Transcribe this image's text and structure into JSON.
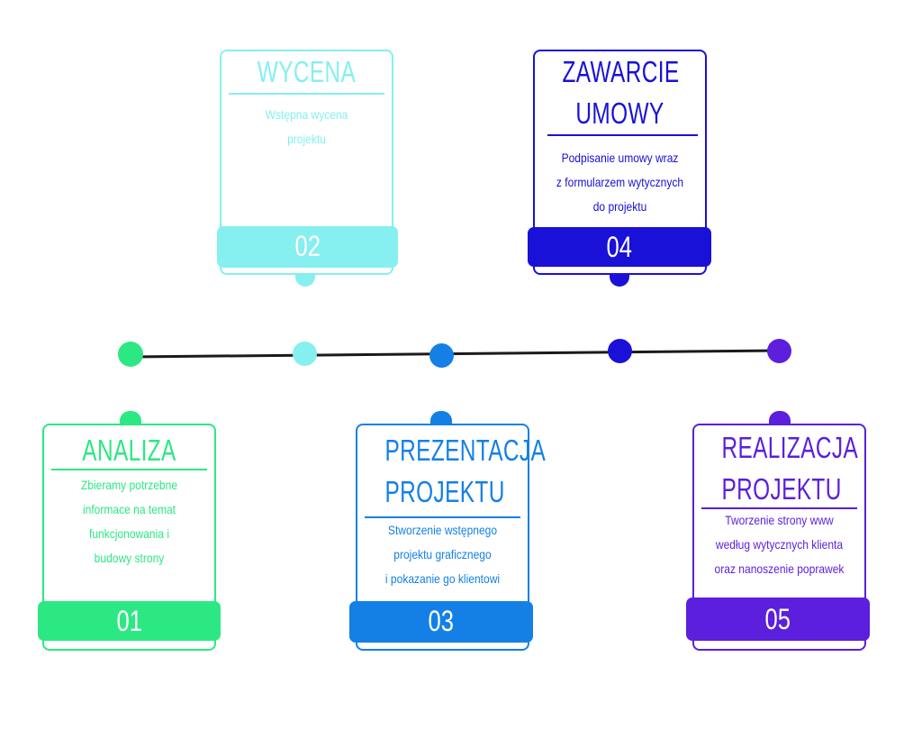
{
  "colors": {
    "step1": "#2ce883",
    "step2": "#86eff0",
    "step3": "#1480e6",
    "step4": "#1911d8",
    "step5": "#5b1fdd",
    "line": "#1a1a1a"
  },
  "steps": [
    {
      "number": "01",
      "title": [
        "ANALIZA"
      ],
      "description": [
        "Zbieramy potrzebne",
        "informace na temat",
        "funkcjonowania i",
        "budowy strony"
      ]
    },
    {
      "number": "02",
      "title": [
        "WYCENA"
      ],
      "description": [
        "Wstępna wycena",
        "projektu"
      ]
    },
    {
      "number": "03",
      "title": [
        "PREZENTACJA",
        "PROJEKTU"
      ],
      "description": [
        "Stworzenie wstępnego",
        "projektu graficznego",
        "i pokazanie go klientowi"
      ]
    },
    {
      "number": "04",
      "title": [
        "ZAWARCIE",
        "UMOWY"
      ],
      "description": [
        "Podpisanie umowy wraz",
        "z formularzem wytycznych",
        "do projektu"
      ]
    },
    {
      "number": "05",
      "title": [
        "REALIZACJA",
        "PROJEKTU"
      ],
      "description": [
        "Tworzenie strony www",
        "według wytycznych klienta",
        "oraz nanoszenie poprawek"
      ]
    }
  ]
}
